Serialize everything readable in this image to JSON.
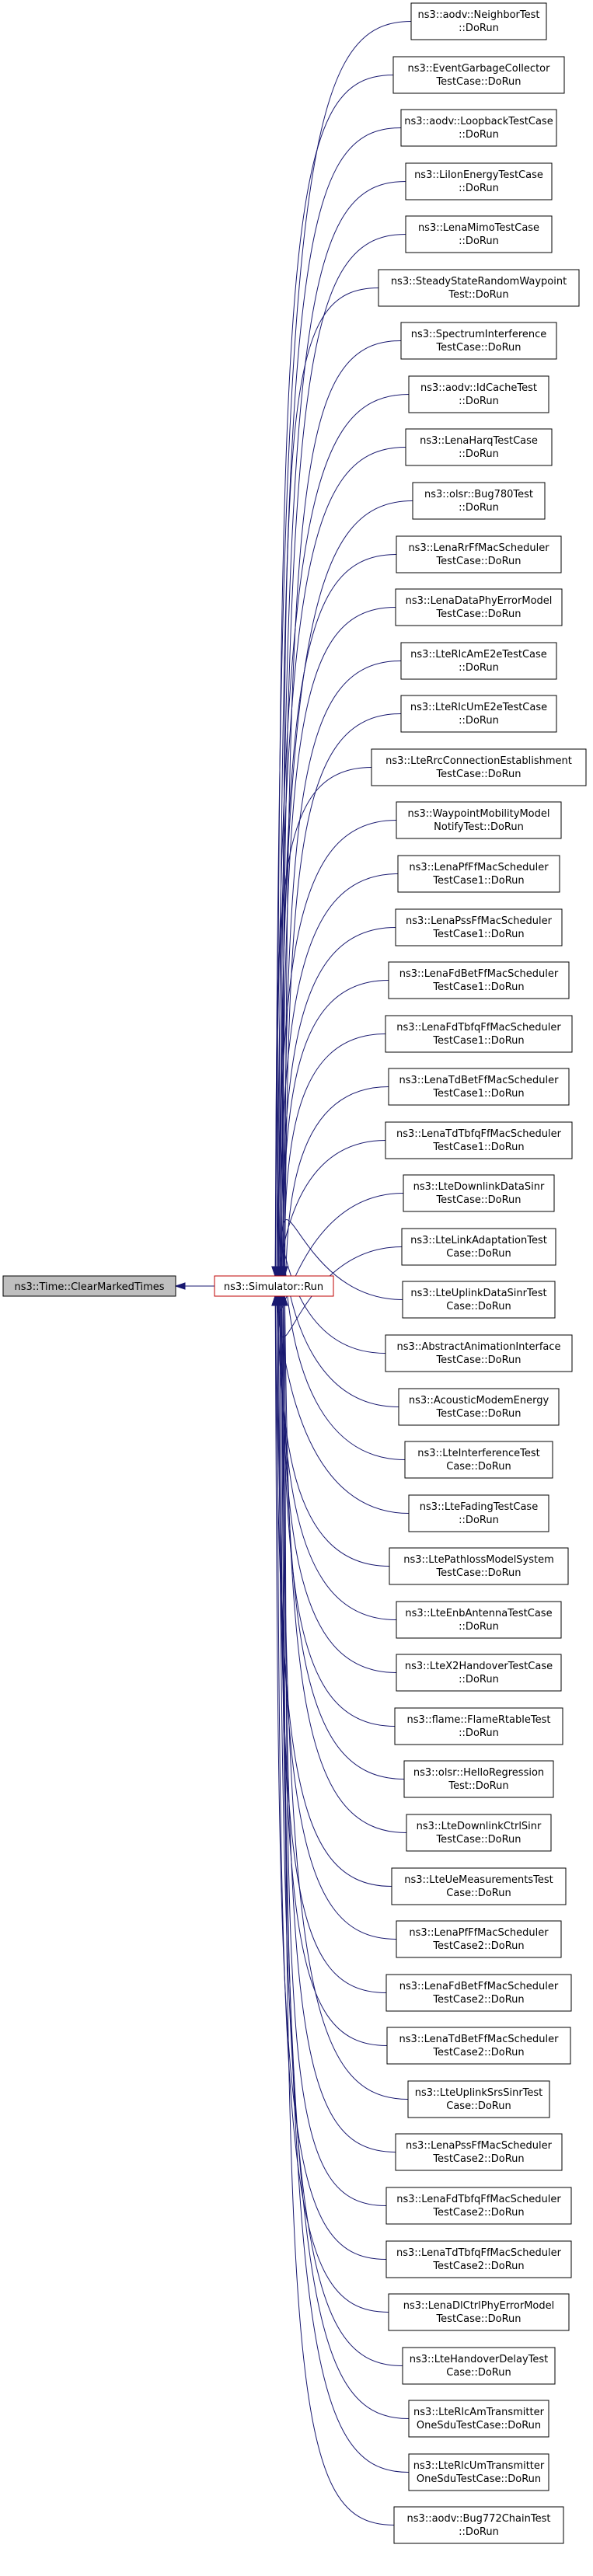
{
  "root": {
    "lines": [
      "ns3::Time::ClearMarkedTimes"
    ]
  },
  "simulator": {
    "lines": [
      "ns3::Simulator::Run"
    ]
  },
  "callers": [
    {
      "lines": [
        "ns3::aodv::NeighborTest",
        "::DoRun"
      ]
    },
    {
      "lines": [
        "ns3::EventGarbageCollector",
        "TestCase::DoRun"
      ]
    },
    {
      "lines": [
        "ns3::aodv::LoopbackTestCase",
        "::DoRun"
      ]
    },
    {
      "lines": [
        "ns3::LiIonEnergyTestCase",
        "::DoRun"
      ]
    },
    {
      "lines": [
        "ns3::LenaMimoTestCase",
        "::DoRun"
      ]
    },
    {
      "lines": [
        "ns3::SteadyStateRandomWaypoint",
        "Test::DoRun"
      ]
    },
    {
      "lines": [
        "ns3::SpectrumInterference",
        "TestCase::DoRun"
      ]
    },
    {
      "lines": [
        "ns3::aodv::IdCacheTest",
        "::DoRun"
      ]
    },
    {
      "lines": [
        "ns3::LenaHarqTestCase",
        "::DoRun"
      ]
    },
    {
      "lines": [
        "ns3::olsr::Bug780Test",
        "::DoRun"
      ]
    },
    {
      "lines": [
        "ns3::LenaRrFfMacScheduler",
        "TestCase::DoRun"
      ]
    },
    {
      "lines": [
        "ns3::LenaDataPhyErrorModel",
        "TestCase::DoRun"
      ]
    },
    {
      "lines": [
        "ns3::LteRlcAmE2eTestCase",
        "::DoRun"
      ]
    },
    {
      "lines": [
        "ns3::LteRlcUmE2eTestCase",
        "::DoRun"
      ]
    },
    {
      "lines": [
        "ns3::LteRrcConnectionEstablishment",
        "TestCase::DoRun"
      ]
    },
    {
      "lines": [
        "ns3::WaypointMobilityModel",
        "NotifyTest::DoRun"
      ]
    },
    {
      "lines": [
        "ns3::LenaPfFfMacScheduler",
        "TestCase1::DoRun"
      ]
    },
    {
      "lines": [
        "ns3::LenaPssFfMacScheduler",
        "TestCase1::DoRun"
      ]
    },
    {
      "lines": [
        "ns3::LenaFdBetFfMacScheduler",
        "TestCase1::DoRun"
      ]
    },
    {
      "lines": [
        "ns3::LenaFdTbfqFfMacScheduler",
        "TestCase1::DoRun"
      ]
    },
    {
      "lines": [
        "ns3::LenaTdBetFfMacScheduler",
        "TestCase1::DoRun"
      ]
    },
    {
      "lines": [
        "ns3::LenaTdTbfqFfMacScheduler",
        "TestCase1::DoRun"
      ]
    },
    {
      "lines": [
        "ns3::LteDownlinkDataSinr",
        "TestCase::DoRun"
      ]
    },
    {
      "lines": [
        "ns3::LteLinkAdaptationTest",
        "Case::DoRun"
      ]
    },
    {
      "lines": [
        "ns3::LteUplinkDataSinrTest",
        "Case::DoRun"
      ]
    },
    {
      "lines": [
        "ns3::AbstractAnimationInterface",
        "TestCase::DoRun"
      ]
    },
    {
      "lines": [
        "ns3::AcousticModemEnergy",
        "TestCase::DoRun"
      ]
    },
    {
      "lines": [
        "ns3::LteInterferenceTest",
        "Case::DoRun"
      ]
    },
    {
      "lines": [
        "ns3::LteFadingTestCase",
        "::DoRun"
      ]
    },
    {
      "lines": [
        "ns3::LtePathlossModelSystem",
        "TestCase::DoRun"
      ]
    },
    {
      "lines": [
        "ns3::LteEnbAntennaTestCase",
        "::DoRun"
      ]
    },
    {
      "lines": [
        "ns3::LteX2HandoverTestCase",
        "::DoRun"
      ]
    },
    {
      "lines": [
        "ns3::flame::FlameRtableTest",
        "::DoRun"
      ]
    },
    {
      "lines": [
        "ns3::olsr::HelloRegression",
        "Test::DoRun"
      ]
    },
    {
      "lines": [
        "ns3::LteDownlinkCtrlSinr",
        "TestCase::DoRun"
      ]
    },
    {
      "lines": [
        "ns3::LteUeMeasurementsTest",
        "Case::DoRun"
      ]
    },
    {
      "lines": [
        "ns3::LenaPfFfMacScheduler",
        "TestCase2::DoRun"
      ]
    },
    {
      "lines": [
        "ns3::LenaFdBetFfMacScheduler",
        "TestCase2::DoRun"
      ]
    },
    {
      "lines": [
        "ns3::LenaTdBetFfMacScheduler",
        "TestCase2::DoRun"
      ]
    },
    {
      "lines": [
        "ns3::LteUplinkSrsSinrTest",
        "Case::DoRun"
      ]
    },
    {
      "lines": [
        "ns3::LenaPssFfMacScheduler",
        "TestCase2::DoRun"
      ]
    },
    {
      "lines": [
        "ns3::LenaFdTbfqFfMacScheduler",
        "TestCase2::DoRun"
      ]
    },
    {
      "lines": [
        "ns3::LenaTdTbfqFfMacScheduler",
        "TestCase2::DoRun"
      ]
    },
    {
      "lines": [
        "ns3::LenaDlCtrlPhyErrorModel",
        "TestCase::DoRun"
      ]
    },
    {
      "lines": [
        "ns3::LteHandoverDelayTest",
        "Case::DoRun"
      ]
    },
    {
      "lines": [
        "ns3::LteRlcAmTransmitter",
        "OneSduTestCase::DoRun"
      ]
    },
    {
      "lines": [
        "ns3::LteRlcUmTransmitter",
        "OneSduTestCase::DoRun"
      ]
    },
    {
      "lines": [
        "ns3::aodv::Bug772ChainTest",
        "::DoRun"
      ]
    }
  ],
  "colors": {
    "edge": "#191970",
    "root_fill": "#bfbfbf",
    "simulator_border": "#bf0000",
    "node_border": "#000000"
  }
}
